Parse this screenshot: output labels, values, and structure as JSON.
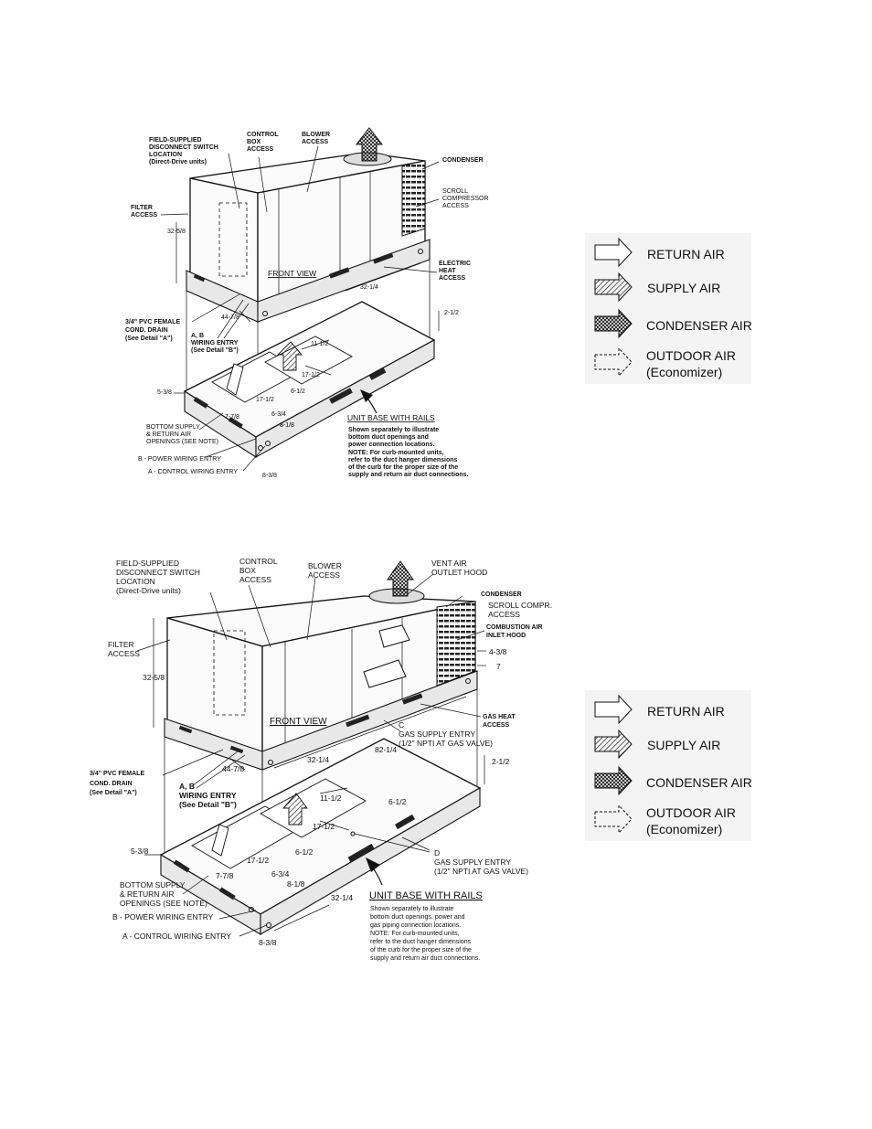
{
  "top_diagram": {
    "labels": {
      "field_switch": [
        "FIELD-SUPPLIED",
        "DISCONNECT SWITCH",
        "LOCATION",
        "(Direct-Drive units)"
      ],
      "control_box": [
        "CONTROL",
        "BOX",
        "ACCESS"
      ],
      "blower": [
        "BLOWER",
        "ACCESS"
      ],
      "condenser": "CONDENSER",
      "scroll": [
        "SCROLL",
        "COMPRESSOR",
        "ACCESS"
      ],
      "filter": [
        "FILTER",
        "ACCESS"
      ],
      "electric_heat": [
        "ELECTRIC",
        "HEAT",
        "ACCESS"
      ],
      "front_view": "FRONT VIEW",
      "pvc_drain": [
        "3/4\" PVC FEMALE",
        "COND. DRAIN",
        "(See Detail \"A\")"
      ],
      "wiring_entry": [
        "A, B",
        "WIRING ENTRY",
        "(See Detail \"B\")"
      ],
      "bottom_supply": [
        "BOTTOM SUPPLY",
        "& RETURN AIR",
        "OPENINGS (SEE NOTE)"
      ],
      "power_wiring": "B - POWER WIRING ENTRY",
      "control_wiring": "A - CONTROL WIRING ENTRY",
      "unit_base": "UNIT BASE WITH RAILS",
      "note": [
        "Shown separately to illustrate",
        "bottom duct openings and",
        "power connection locations.",
        "NOTE: For curb-mounted units,",
        "refer to the duct hanger dimensions",
        "of the curb for the proper size of the",
        "supply and return air duct connections."
      ]
    },
    "dims": {
      "height": "32-5/8",
      "depth": "44-7/8",
      "length": "32-1/4",
      "rail": "2-1/2",
      "d1": "11-1/2",
      "d2": "17-1/2",
      "d3": "17-1/2",
      "d4": "6-1/2",
      "d5": "5-3/8",
      "d6": "7-7/8",
      "d7": "6-3/4",
      "d8": "8-1/8",
      "d9": "8-3/8"
    }
  },
  "bottom_diagram": {
    "labels": {
      "field_switch": [
        "FIELD-SUPPLIED",
        "DISCONNECT SWITCH",
        "LOCATION",
        "(Direct-Drive units)"
      ],
      "control_box": [
        "CONTROL",
        "BOX",
        "ACCESS"
      ],
      "blower": [
        "BLOWER",
        "ACCESS"
      ],
      "vent_air": [
        "VENT AIR",
        "OUTLET HOOD"
      ],
      "condenser": "CONDENSER",
      "scroll": [
        "SCROLL COMPR.",
        "ACCESS"
      ],
      "combustion": [
        "COMBUSTION AIR",
        "INLET HOOD"
      ],
      "filter": [
        "FILTER",
        "ACCESS"
      ],
      "gas_heat": [
        "GAS HEAT",
        "ACCESS"
      ],
      "front_view": "FRONT VIEW",
      "gas_c": [
        "C",
        "GAS SUPPLY ENTRY",
        "(1/2\" NPTI AT GAS VALVE)"
      ],
      "gas_d": [
        "D",
        "GAS SUPPLY ENTRY",
        "(1/2\" NPTI AT GAS VALVE)"
      ],
      "pvc_drain": [
        "3/4\" PVC FEMALE",
        "COND. DRAIN",
        "(See Detail \"A\")"
      ],
      "wiring_entry": [
        "A, B",
        "WIRING ENTRY",
        "(See Detail \"B\")"
      ],
      "bottom_supply": [
        "BOTTOM SUPPLY",
        "& RETURN AIR",
        "OPENINGS (SEE NOTE)"
      ],
      "power_wiring": "B - POWER WIRING ENTRY",
      "control_wiring": "A - CONTROL WIRING ENTRY",
      "unit_base": "UNIT BASE WITH RAILS",
      "note": [
        "Shown separately to illustrate",
        "bottom duct openings, power and",
        "gas piping connection locations.",
        "NOTE: For curb-mounted units,",
        "refer to the duct hanger dimensions",
        "of the curb for the proper size of the",
        "supply and return air duct connections."
      ]
    },
    "dims": {
      "height": "32-5/8",
      "depth": "44-7/8",
      "length": "32-1/4",
      "length2": "82-1/4",
      "rail": "2-1/2",
      "h1": "4-3/8",
      "h2": "7",
      "d1": "11-1/2",
      "d2": "17-1/2",
      "d3": "17-1/2",
      "d4": "6-1/2",
      "d4b": "6-1/2",
      "d5": "5-3/8",
      "d6": "7-7/8",
      "d7": "6-3/4",
      "d8": "8-1/8",
      "d9": "8-3/8",
      "d10": "32-1/4"
    }
  },
  "legend": {
    "return_air": "RETURN AIR",
    "supply_air": "SUPPLY AIR",
    "condenser_air": "CONDENSER AIR",
    "outdoor_air": "OUTDOOR AIR",
    "outdoor_air_sub": "(Economizer)"
  }
}
